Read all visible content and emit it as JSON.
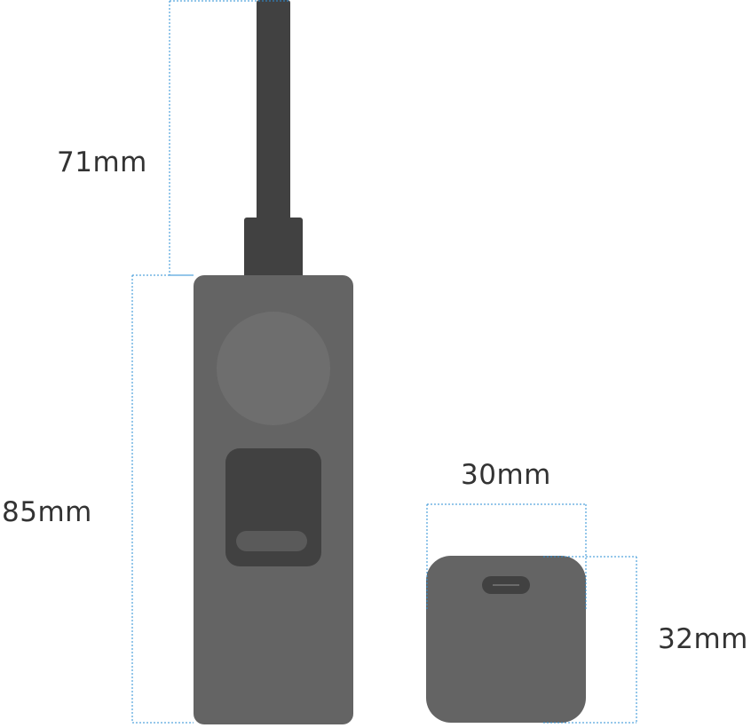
{
  "dimensions": {
    "cable_length": "71mm",
    "body_height": "85mm",
    "adapter_width": "30mm",
    "adapter_height": "32mm"
  },
  "colors": {
    "background": "#ffffff",
    "device_body": "#646464",
    "device_dark": "#414141",
    "lens_circle": "#6e6e6e",
    "slot_pill": "#5a5a5a",
    "dimension_line": "#2b8fd6",
    "label_text": "#333333"
  },
  "icons": {
    "cable": "usb-cable-icon",
    "device": "ethernet-adapter-body-icon",
    "adapter": "usb-c-adapter-icon"
  }
}
